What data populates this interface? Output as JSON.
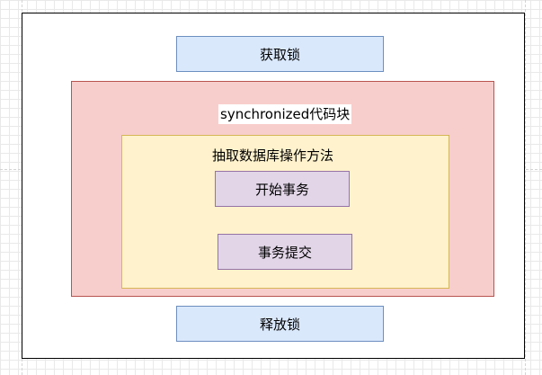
{
  "diagram": {
    "acquire_lock": "获取锁",
    "sync_block_label": "synchronized代码块",
    "method_label": "抽取数据库操作方法",
    "begin_transaction": "开始事务",
    "commit_transaction": "事务提交",
    "release_lock": "释放锁"
  },
  "colors": {
    "lock_fill": "#dae8fc",
    "sync_block_fill": "#f8cecc",
    "method_fill": "#fff2cc",
    "transaction_fill": "#e1d5e7"
  }
}
